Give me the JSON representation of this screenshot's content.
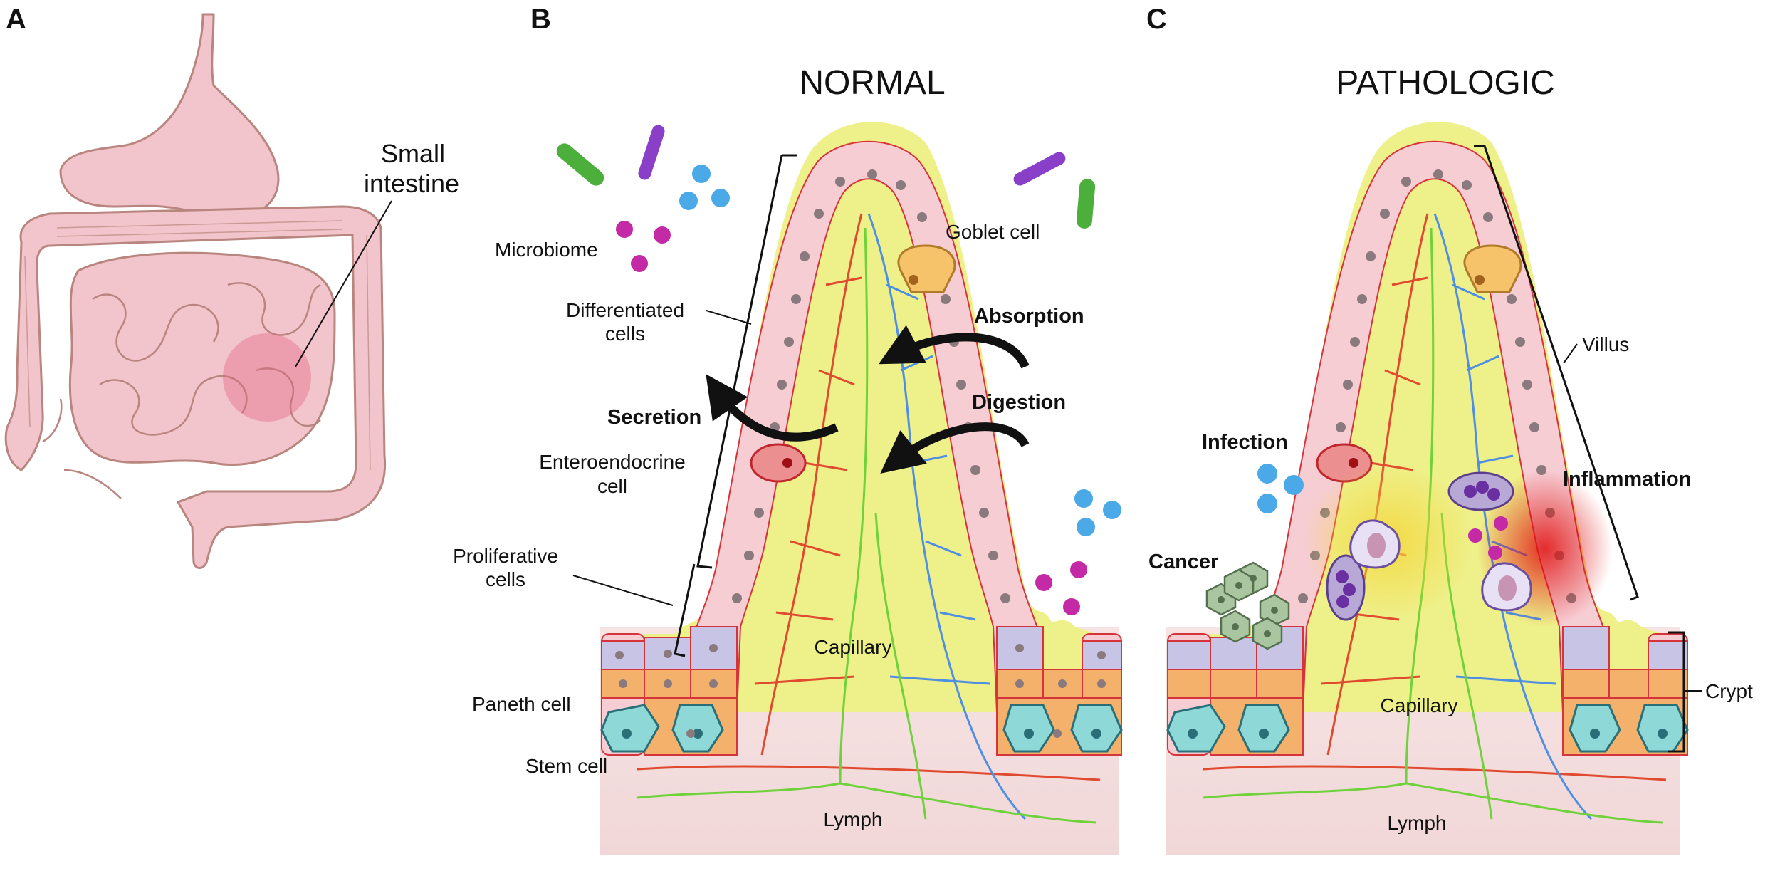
{
  "panels": {
    "a": {
      "letter": "A"
    },
    "b": {
      "letter": "B",
      "title": "NORMAL"
    },
    "c": {
      "letter": "C",
      "title": "PATHOLOGIC"
    }
  },
  "labels": {
    "small_intestine_1": "Small",
    "small_intestine_2": "intestine",
    "microbiome": "Microbiome",
    "goblet_cell": "Goblet cell",
    "differentiated_1": "Differentiated",
    "differentiated_2": "cells",
    "absorption": "Absorption",
    "secretion": "Secretion",
    "digestion": "Digestion",
    "enteroendocrine_1": "Enteroendocrine",
    "enteroendocrine_2": "cell",
    "proliferative_1": "Proliferative",
    "proliferative_2": "cells",
    "capillary": "Capillary",
    "paneth_cell": "Paneth cell",
    "stem_cell": "Stem cell",
    "lymph": "Lymph",
    "infection": "Infection",
    "inflammation": "Inflammation",
    "cancer": "Cancer",
    "villus": "Villus",
    "crypt": "Crypt"
  },
  "colors": {
    "intestine_fill": "#f2c4cc",
    "intestine_stroke": "#b9857f",
    "mucus": "#eef08a",
    "epithelium": "#f6cdd3",
    "epithelium_stroke": "#d6343b",
    "stem": "#8fd8d8",
    "paneth": "#f3b16b",
    "progenitor": "#c8c4e6",
    "lamina": "#f5dfe0",
    "artery": "#e04a2e",
    "vein": "#4f8fe3",
    "lymph": "#6fd23a",
    "goblet": "#f6c36a",
    "enteroendocrine": "#ec8f90",
    "microbe_green": "#4caf3c",
    "microbe_purple": "#8a3fc8",
    "microbe_magenta": "#c42aa6",
    "microbe_blue": "#4aa9e6"
  }
}
